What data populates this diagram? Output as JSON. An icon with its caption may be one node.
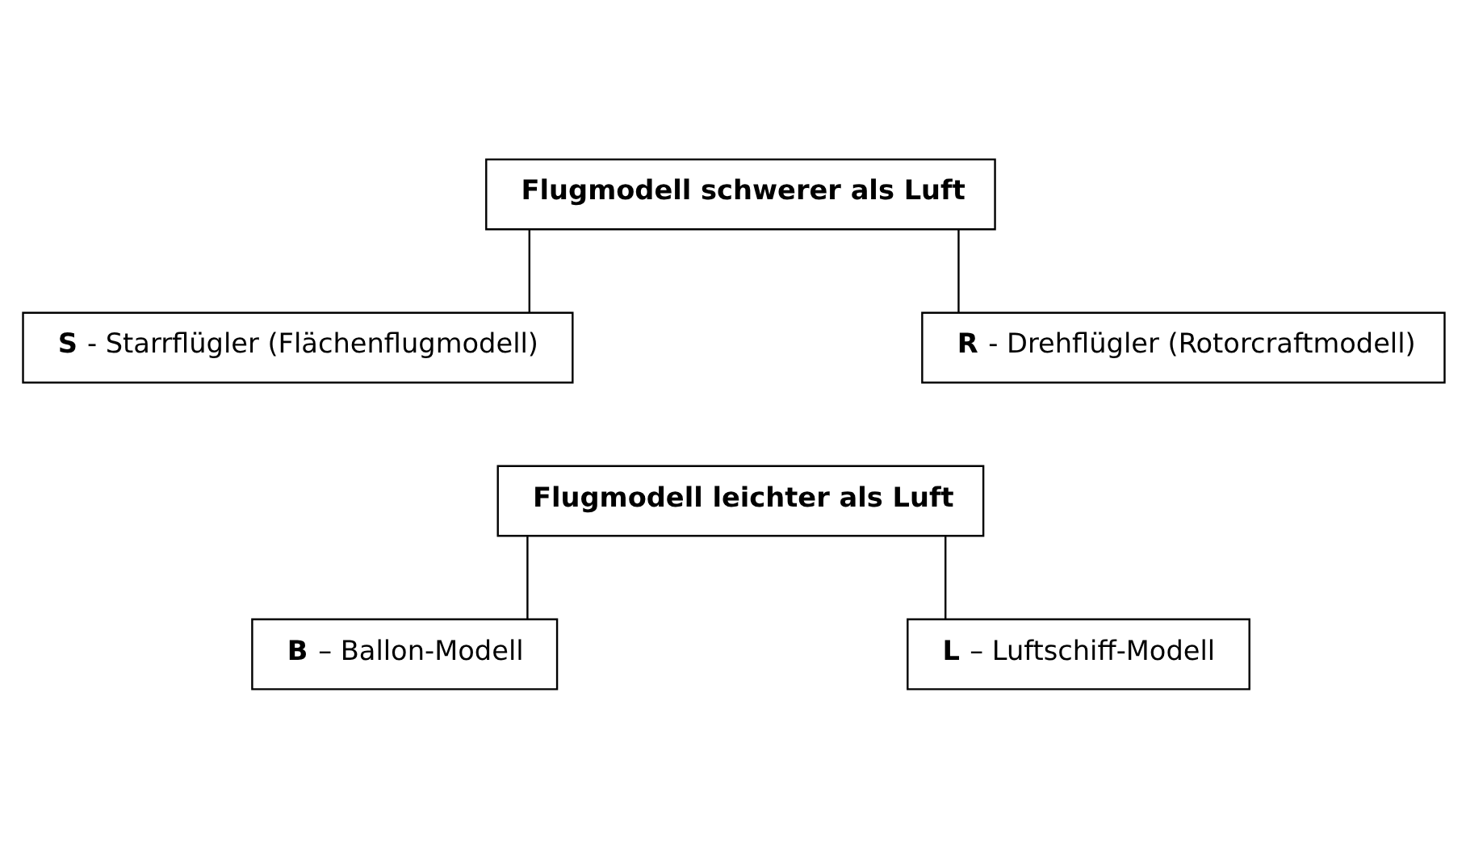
{
  "diagram": {
    "nodes": [
      {
        "text": [
          "Flugmodell schwerer als Luft"
        ]
      },
      {
        "text": [
          "**S** - Starrflügler (Flächenflugmodell)"
        ]
      },
      {
        "text": [
          "**R** - Drehflügler (Rotorcraftmodell)"
        ]
      },
      {
        "text": [
          "Flugmodell leichter als Luft"
        ]
      },
      {
        "text": [
          "**B** – Ballon-Modell"
        ]
      },
      {
        "text": [
          "**L** – Luftschiff-Modell"
        ]
      }
    ],
    "edges": [
      {
        "from": 0,
        "to": 1,
        "arrow": "none"
      },
      {
        "from": 0,
        "to": 2,
        "arrow": "none"
      },
      {
        "from": 3,
        "to": 4,
        "arrow": "none"
      },
      {
        "from": 3,
        "to": 5,
        "arrow": "none"
      }
    ]
  }
}
